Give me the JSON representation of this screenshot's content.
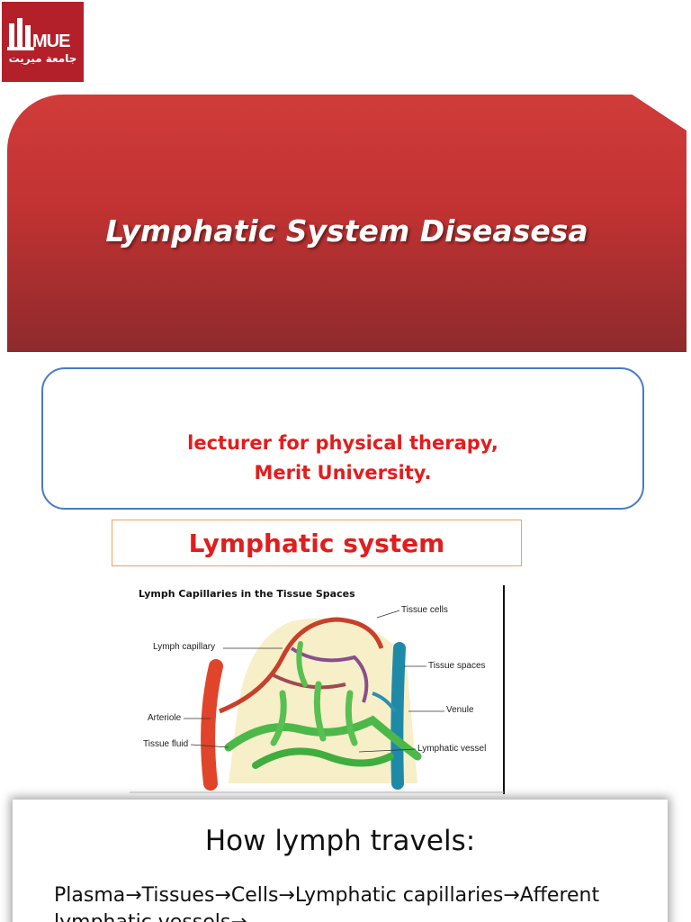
{
  "logo": {
    "text": "MUE",
    "arabic": "جامعة ميريت"
  },
  "banner": {
    "title": "Lymphatic System Diseasesa"
  },
  "lecturer": {
    "line1": "lecturer for physical therapy,",
    "line2": "Merit University."
  },
  "section": {
    "title": "Lymphatic system"
  },
  "diagram": {
    "caption": "Lymph Capillaries in the Tissue Spaces",
    "labels": {
      "tissue_cells": "Tissue cells",
      "lymph_capillary": "Lymph capillary",
      "tissue_spaces": "Tissue spaces",
      "venule": "Venule",
      "arteriole": "Arteriole",
      "tissue_fluid": "Tissue fluid",
      "lymphatic_vessel": "Lymphatic vessel"
    }
  },
  "lymph_travel": {
    "heading": "How lymph travels:",
    "text": "Plasma→Tissues→Cells→Lymphatic capillaries→Afferent lymphatic vessels→"
  },
  "colors": {
    "banner": "#c13232",
    "accent_red": "#e21d1d",
    "box_border": "#4a7ac9",
    "section_border": "#f0a060"
  }
}
